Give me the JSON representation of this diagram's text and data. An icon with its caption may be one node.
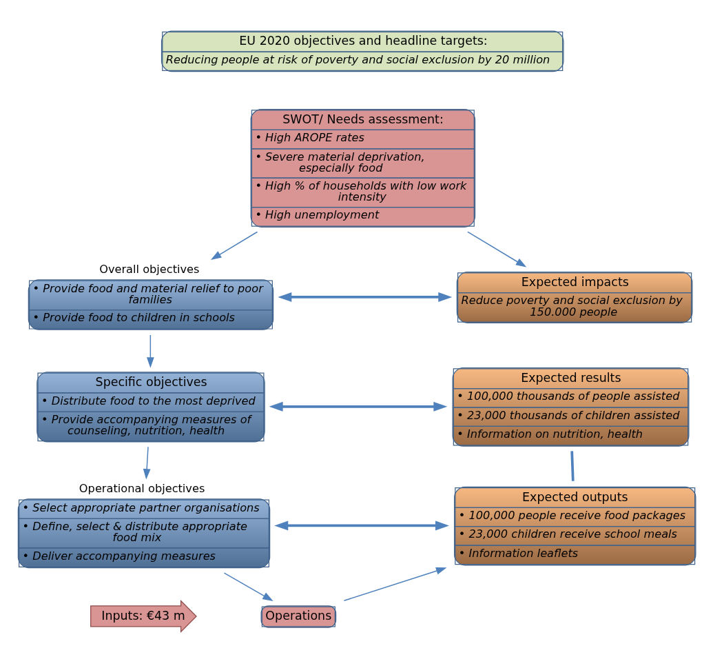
{
  "diagram": {
    "nodes": [
      {
        "text": [
          "EU 2020 objectives and headline targets:",
          "Reducing people at risk of poverty and social exclusion by 20 million"
        ]
      },
      {
        "text": [
          "SWOT/ Needs assessment:",
          "• High AROPE rates",
          "• Severe material deprivation, especially food",
          "• High % of households with low work intensity",
          "• High unemployment"
        ]
      },
      {
        "text": [
          "• Provide food and material relief to poor families",
          "• Provide food to children in schools"
        ],
        "beside": [
          "Overall objectives"
        ]
      },
      {
        "text": [
          "Expected impacts",
          "Reduce poverty and social exclusion by 150.000 people"
        ]
      },
      {
        "text": [
          "Specific objectives",
          "• Distribute food to the most deprived",
          "• Provide accompanying measures of counseling, nutrition, health"
        ]
      },
      {
        "text": [
          "Expected results",
          "• 100,000 thousands of people assisted",
          "• 23,000 thousands of children assisted",
          "• Information on nutrition, health"
        ]
      },
      {
        "text": [
          "• Select appropriate partner organisations",
          "• Define, select & distribute appropriate food mix",
          "• Deliver accompanying measures"
        ],
        "beside": [
          "Operational objectives"
        ]
      },
      {
        "text": [
          "Expected outputs",
          "• 100,000 people receive food packages",
          "• 23,000 children receive school meals",
          "• Information leaflets"
        ]
      },
      {
        "text": [
          "Inputs: €43 m"
        ]
      },
      {
        "text": [
          "Operations"
        ]
      }
    ],
    "edges": [
      {
        "from": 1,
        "to": 2,
        "arrow": "to"
      },
      {
        "from": 1,
        "to": 3,
        "arrow": "to"
      },
      {
        "from": 2,
        "to": 3,
        "arrow": "both",
        "style": "thick"
      },
      {
        "from": 2,
        "to": 4,
        "arrow": "to"
      },
      {
        "from": 4,
        "to": 5,
        "arrow": "both",
        "style": "thick"
      },
      {
        "from": 4,
        "to": 6,
        "arrow": "to"
      },
      {
        "from": 5,
        "to": 7,
        "arrow": "none",
        "style": "thick"
      },
      {
        "from": 6,
        "to": 7,
        "arrow": "both",
        "style": "thick"
      },
      {
        "from": 6,
        "to": 9,
        "arrow": "to"
      },
      {
        "from": 9,
        "to": 7,
        "arrow": "to"
      }
    ]
  }
}
